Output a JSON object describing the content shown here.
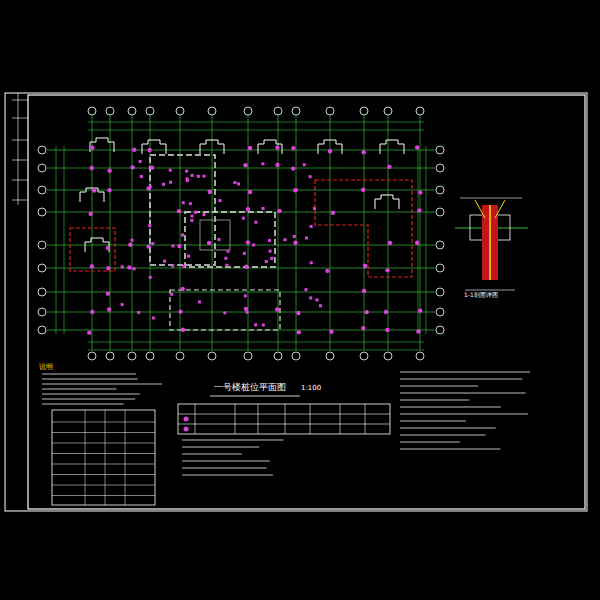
{
  "diagram": {
    "title": "一号楼桩位平面图",
    "labels": [
      "1:100",
      "说明",
      "1-1剖面详图"
    ]
  }
}
